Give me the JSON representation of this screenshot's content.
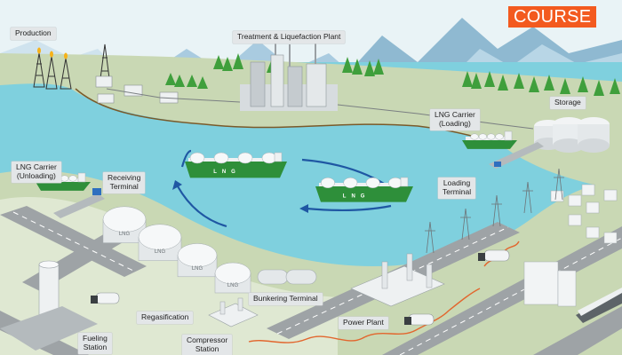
{
  "badge": {
    "label": "COURSE",
    "color": "#f35a1f"
  },
  "labels": {
    "production": "Production",
    "treatment_plant": "Treatment & Liquefaction Plant",
    "storage": "Storage",
    "lng_carrier_loading": "LNG Carrier\n(Loading)",
    "lng_carrier_unloading": "LNG Carrier\n(Unloading)",
    "receiving_terminal": "Receiving\nTerminal",
    "loading_terminal": "Loading\nTerminal",
    "bunkering_terminal": "Bunkering Terminal",
    "regasification": "Regasification",
    "power_plant": "Power Plant",
    "fueling_station": "Fueling\nStation",
    "compressor_station": "Compressor\nStation"
  },
  "ship_text": "LNG",
  "tank_text": "LNG",
  "colors": {
    "sea": "#7fd0de",
    "land": "#c9d8b4",
    "land_light": "#dfe8d2",
    "road": "#9ea3a6",
    "mountain": "#8fb9d1",
    "tree": "#3f9f3c",
    "ship_hull": "#2e8f3a",
    "arrow": "#1f57a3",
    "pipeline": "#e2662e"
  }
}
